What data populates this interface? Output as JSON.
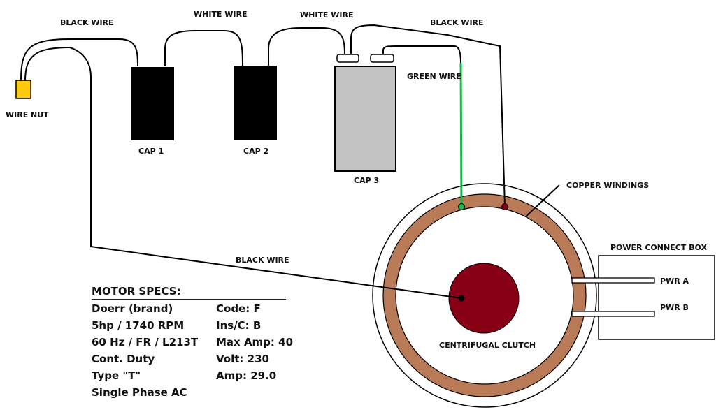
{
  "labels": {
    "black_wire_top_left": "BLACK WIRE",
    "white_wire_1": "WHITE WIRE",
    "white_wire_2": "WHITE WIRE",
    "black_wire_top_right": "BLACK WIRE",
    "green_wire": "GREEN WIRE",
    "wire_nut": "WIRE NUT",
    "cap1": "CAP 1",
    "cap2": "CAP 2",
    "cap3": "CAP 3",
    "copper_windings": "COPPER WINDINGS",
    "power_connect_box": "POWER CONNECT BOX",
    "pwr_a": "PWR A",
    "pwr_b": "PWR B",
    "black_wire_bottom": "BLACK WIRE",
    "centrifugal_clutch": "CENTRIFUGAL CLUTCH"
  },
  "motor_specs": {
    "title": "MOTOR SPECS:",
    "left": [
      "Doerr (brand)",
      "5hp / 1740 RPM",
      "60 Hz / FR / L213T",
      "Cont. Duty",
      "Type \"T\"",
      "Single Phase AC"
    ],
    "right": [
      "Code: F",
      "Ins/C: B",
      "Max Amp: 40",
      "Volt: 230",
      "Amp: 29.0"
    ]
  },
  "colors": {
    "wire": "#000000",
    "green_wire": "#22b14c",
    "copper": "#b97a57",
    "clutch": "#880015",
    "wire_nut": "#ffc90e",
    "cap_dark": "#000000",
    "cap3": "#c3c3c3"
  }
}
